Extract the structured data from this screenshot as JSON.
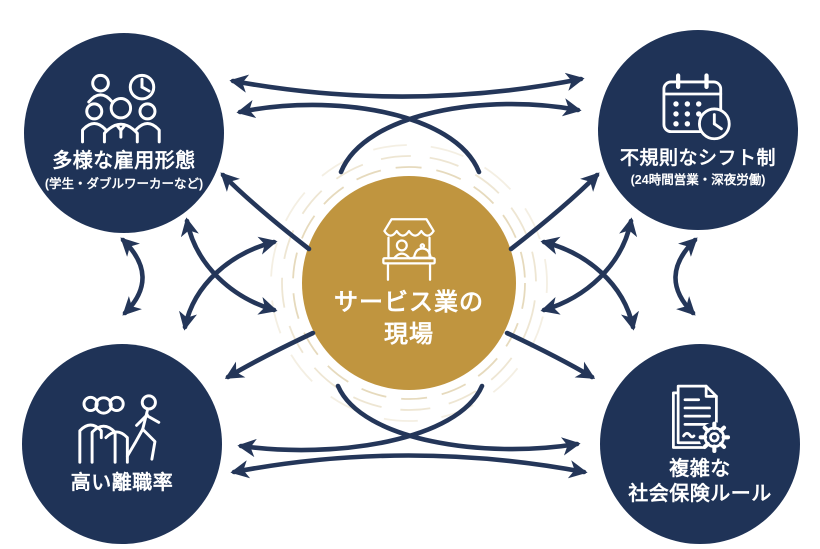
{
  "diagram": {
    "center_node": {
      "icon": "market-stall-icon",
      "label_line1": "サービス業の",
      "label_line2": "現場"
    },
    "factor_nodes": {
      "top_left": {
        "icon": "diverse-workers-clock-icon",
        "label": "多様な雇用形態",
        "sublabel": "(学生・ダブルワーカーなど)"
      },
      "top_right": {
        "icon": "calendar-clock-icon",
        "label": "不規則なシフト制",
        "sublabel": "(24時間営業・深夜労働)"
      },
      "bottom_left": {
        "icon": "people-leaving-icon",
        "label": "高い離職率"
      },
      "bottom_right": {
        "icon": "document-gear-icon",
        "label_line1": "複雑な",
        "label_line2": "社会保険ルール"
      }
    },
    "colors": {
      "navy": "#1f3357",
      "gold": "#c0953f",
      "arrow": "#243659",
      "ring": "#ddcda7",
      "text": "#ffffff",
      "background": "#ffffff"
    }
  }
}
